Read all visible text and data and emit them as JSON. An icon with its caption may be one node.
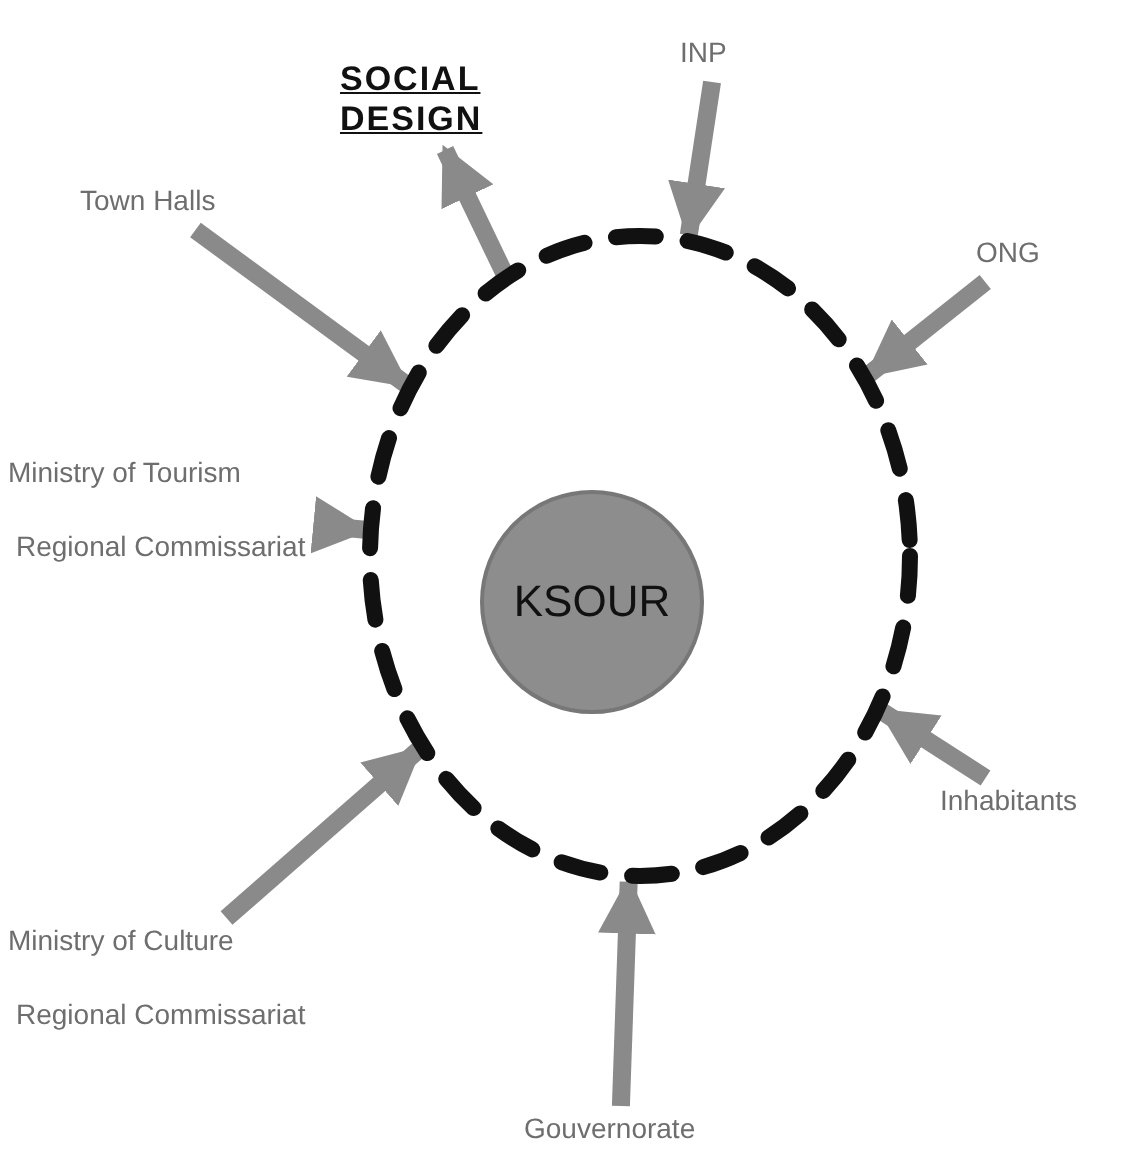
{
  "diagram": {
    "nodes": [
      {
        "text": [
          "SOCIAL DESIGN"
        ]
      },
      {
        "text": [
          "INP"
        ]
      },
      {
        "text": [
          "Town Halls"
        ]
      },
      {
        "text": [
          "ONG"
        ]
      },
      {
        "text": [
          "Ministry of Tourism",
          "Regional Commissariat"
        ]
      },
      {
        "text": [],
        "shape": "circle"
      },
      {
        "text": [
          "KSOUR"
        ],
        "in": 5
      },
      {
        "text": [
          "Inhabitants"
        ]
      },
      {
        "text": [
          "Ministry of Culture",
          "Regional Commissariat"
        ]
      },
      {
        "text": [
          "Gouvernorate"
        ]
      }
    ],
    "edges": [
      {
        "from": 5,
        "to": 0,
        "arrow": "to"
      },
      {
        "from": 1,
        "to": 5,
        "arrow": "to"
      },
      {
        "from": 2,
        "to": 5,
        "arrow": "to"
      },
      {
        "from": 3,
        "to": 5,
        "arrow": "to"
      },
      {
        "from": 4,
        "to": 5,
        "arrow": "to"
      },
      {
        "from": 7,
        "to": 5,
        "arrow": "to"
      },
      {
        "from": 8,
        "to": 5,
        "arrow": "to"
      },
      {
        "from": 9,
        "to": 5,
        "arrow": "to"
      }
    ]
  }
}
